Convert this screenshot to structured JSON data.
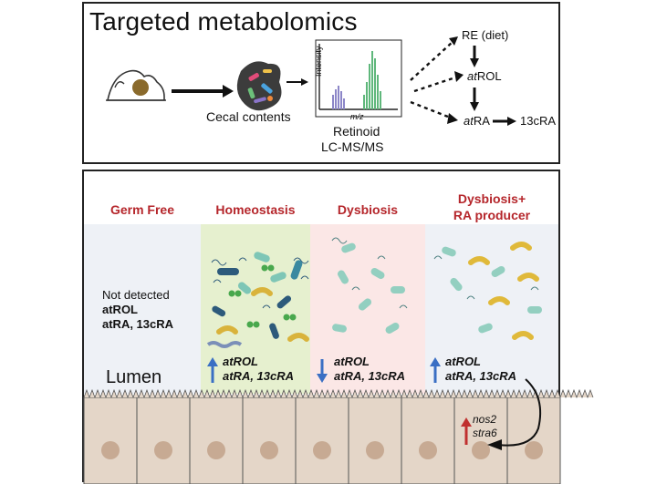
{
  "title": "Targeted metabolomics",
  "workflow": {
    "sample_label": "Cecal contents",
    "axis_y": "Intensity",
    "axis_x": "m/z",
    "method_line1": "Retinoid",
    "method_line2": "LC-MS/MS"
  },
  "pathway": {
    "re": "RE (diet)",
    "atrol_prefix": "at",
    "atrol_suffix": "ROL",
    "atra_prefix": "at",
    "atra_suffix": "RA",
    "cra": "13cRA"
  },
  "conditions": [
    {
      "title": "Germ Free",
      "line1": "Not detected",
      "line2": "atROL",
      "line3": "atRA, 13cRA"
    },
    {
      "title": "Homeostasis",
      "line1": "atROL",
      "line2": "atRA, 13cRA"
    },
    {
      "title": "Dysbiosis",
      "line1": "atROL",
      "line2": "atRA, 13cRA"
    },
    {
      "title_line1": "Dysbiosis+",
      "title_line2": "RA producer",
      "line1": "atROL",
      "line2": "atRA, 13cRA"
    }
  ],
  "lumen_label": "Lumen",
  "genes": {
    "gene1": "nos2",
    "gene2": "stra6"
  },
  "colors": {
    "title_red": "#b5262b",
    "arrow_blue": "#3a6fc4",
    "arrow_red": "#c0302f",
    "epithelium": "#e4d6c8",
    "nucleus": "#c7aa93",
    "peak_purple": "#8c86c8",
    "peak_green": "#5fb77b",
    "homeostasis_bg": "#e6f0cf",
    "dysbiosis_bg": "#fbe7e6",
    "germfree_bg": "#eef1f6"
  }
}
